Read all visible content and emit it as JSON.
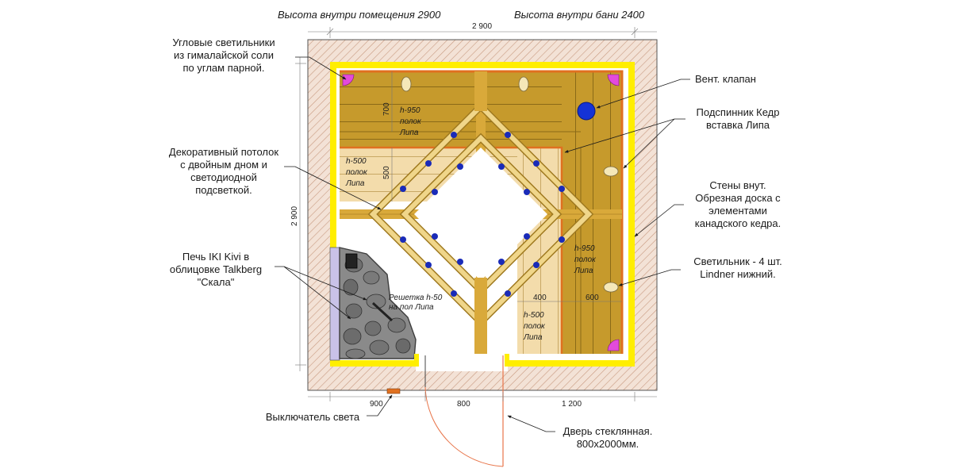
{
  "titles": {
    "room_height": "Высота внутри помещения 2900",
    "sauna_height": "Высота внутри бани 2400"
  },
  "dimensions": {
    "top_width": "2 900",
    "left_height": "2 900",
    "bottom_left": "900",
    "bottom_door": "800",
    "bottom_right": "1 200",
    "inner_700": "700",
    "inner_500": "500",
    "inner_400": "400",
    "inner_600": "600"
  },
  "benches": {
    "top": [
      "h-950",
      "полок",
      "Липа"
    ],
    "left": [
      "h-500",
      "полок",
      "Липа"
    ],
    "right": [
      "h-950",
      "полок",
      "Липа"
    ],
    "bottom": [
      "h-500",
      "полок",
      "Липа"
    ],
    "grate": [
      "Решетка h-50",
      "на пол Липа"
    ]
  },
  "labels": {
    "corner_lights": [
      "Угловые светильники",
      "из гималайской соли",
      "по углам парной."
    ],
    "ceiling": [
      "Декоративный потолок",
      "с двойным дном и",
      "светодиодной",
      "подсветкой."
    ],
    "stove": [
      "Печь IKI Kivi  в",
      "облицовке Talkberg",
      "\"Скала\""
    ],
    "switch": "Выключатель света",
    "vent": "Вент. клапан",
    "headrest": [
      "Подспинник Кедр",
      "вставка Липа"
    ],
    "walls": [
      "Стены внут.",
      "Обрезная доска с",
      "элементами",
      "канадского кедра."
    ],
    "lamp": [
      "Светильник - 4 шт.",
      "Lindner нижний."
    ],
    "door": [
      "Дверь стеклянная.",
      "800х2000мм."
    ]
  },
  "colors": {
    "wall_fill": "#f3e2d6",
    "wall_hatch": "#c89a80",
    "yellow": "#ffee00",
    "wood_dark": "#c69a2c",
    "wood_light": "#f3dcab",
    "ceiling_frame": "#d9a93a",
    "led": "#1a2bb8",
    "vent": "#1533d6",
    "orange": "#e07020",
    "stone": "#8a8a8a",
    "stove_edge": "#3d3d3d",
    "door": "#e8754a",
    "corner_light": "#e34adc"
  }
}
